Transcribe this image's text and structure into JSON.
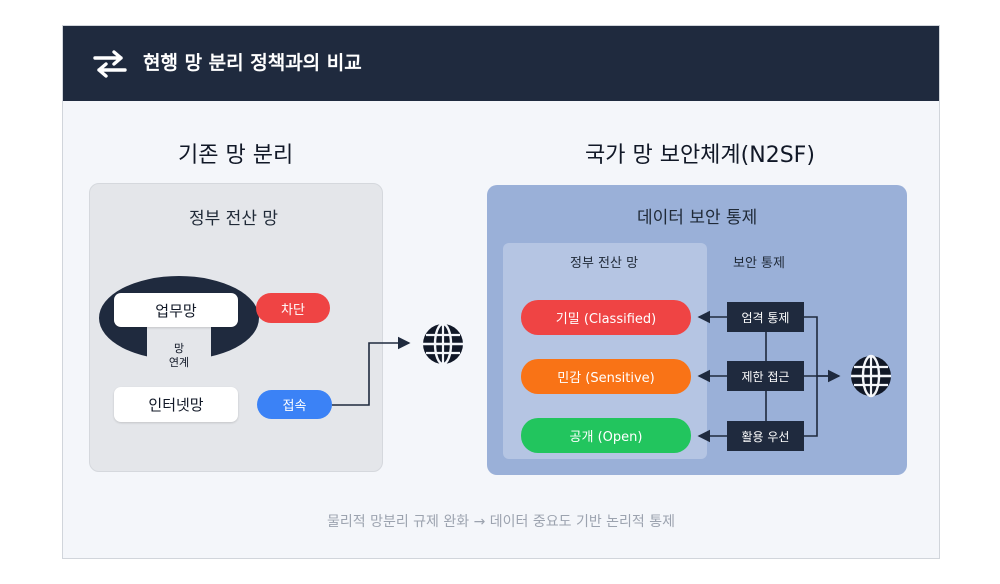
{
  "header": {
    "title": "현행 망 분리 정책과의 비교",
    "icon": "swap-arrows-icon"
  },
  "legacy": {
    "title": "기존 망 분리",
    "panel_title": "정부 전산 망",
    "work_net": "업무망",
    "internet_net": "인터넷망",
    "link_label_1": "망",
    "link_label_2": "연계",
    "block": "차단",
    "access": "접속"
  },
  "n2sf": {
    "title": "국가 망 보안체계(N2SF)",
    "panel_title": "데이터 보안 통제",
    "gov_net": "정부 전산 망",
    "control_title": "보안 통제",
    "levels": [
      {
        "label": "기밀 (Classified)",
        "color": "#ef4444"
      },
      {
        "label": "민감 (Sensitive)",
        "color": "#f97316"
      },
      {
        "label": "공개 (Open)",
        "color": "#22c55e"
      }
    ],
    "controls": [
      "엄격 통제",
      "제한 접근",
      "활용 우선"
    ]
  },
  "footer": "물리적 망분리 규제 완화 → 데이터 중요도 기반 논리적 통제",
  "colors": {
    "navy": "#1f2a3e",
    "block_red": "#ef4444",
    "access_blue": "#3b82f6"
  }
}
